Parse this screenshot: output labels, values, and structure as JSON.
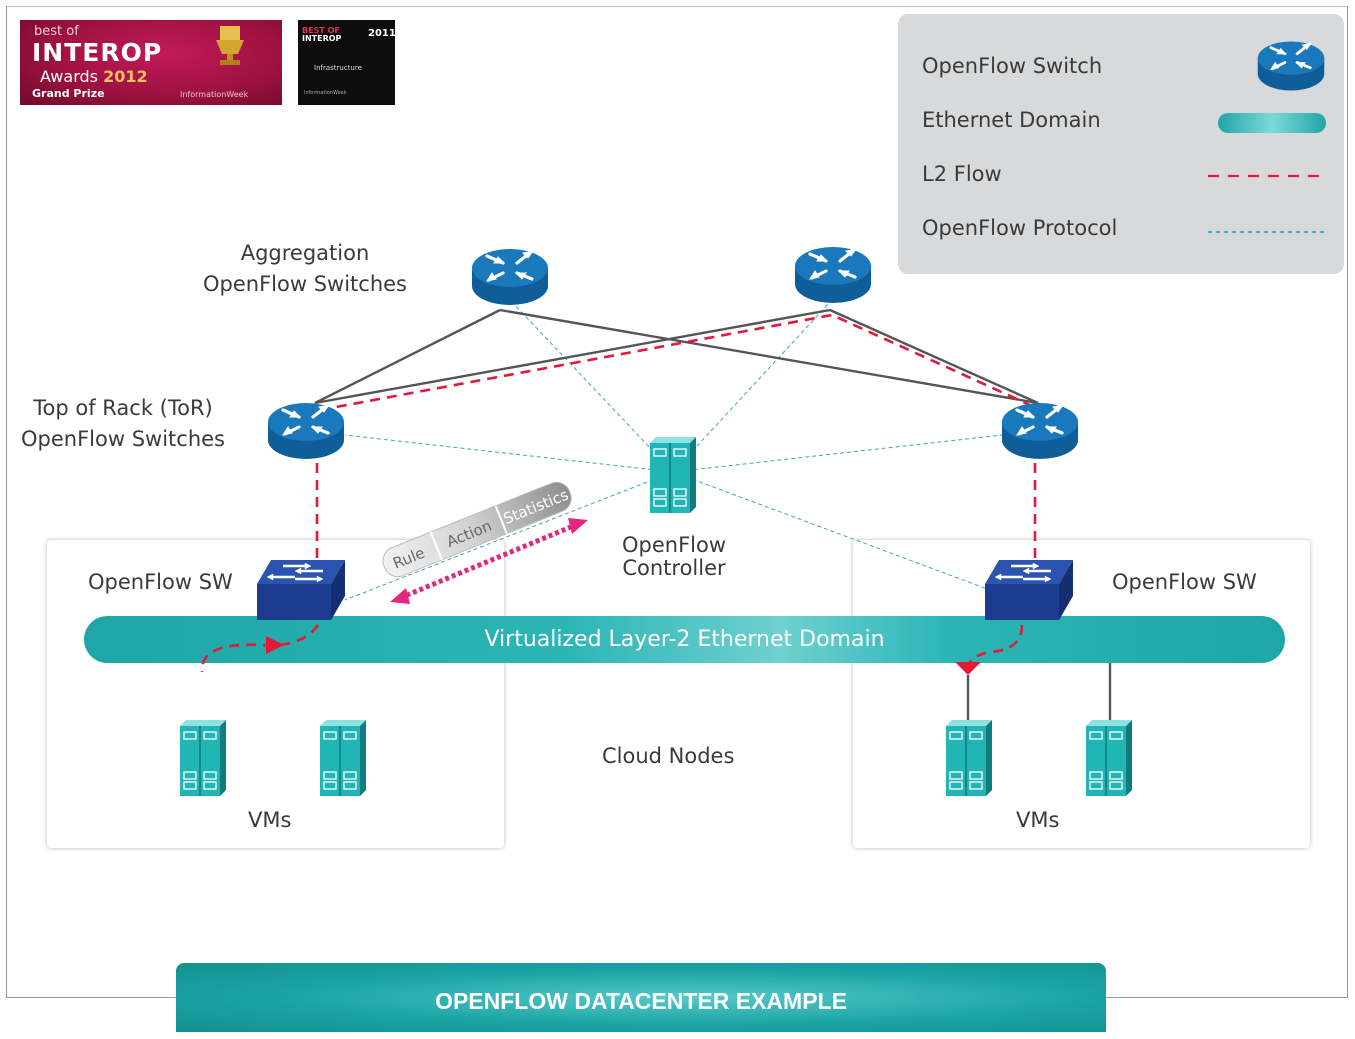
{
  "awards": {
    "interop_2012": {
      "line1": "best of",
      "line2": "INTEROP",
      "line3": "Awards",
      "year": "2012",
      "line4": "Grand Prize",
      "sponsor": "InformationWeek"
    },
    "interop_2011": {
      "line1": "BEST OF",
      "line2": "INTEROP",
      "year": "2011",
      "category": "Infrastructure",
      "sponsor": "InformationWeek"
    }
  },
  "legend": {
    "items": [
      {
        "label": "OpenFlow Switch",
        "icon": "router-icon"
      },
      {
        "label": "Ethernet Domain",
        "icon": "teal-bar"
      },
      {
        "label": "L2 Flow",
        "icon": "red-dashed-line"
      },
      {
        "label": "OpenFlow Protocol",
        "icon": "teal-dotted-line"
      }
    ]
  },
  "labels": {
    "aggregation": [
      "Aggregation",
      "OpenFlow Switches"
    ],
    "tor": [
      "Top of Rack (ToR)",
      "OpenFlow Switches"
    ],
    "controller": [
      "OpenFlow",
      "Controller"
    ],
    "left_sw": "OpenFlow SW",
    "right_sw": "OpenFlow SW",
    "domain": "Virtualized Layer-2 Ethernet Domain",
    "cloud_nodes": "Cloud Nodes",
    "left_vms": "VMs",
    "right_vms": "VMs"
  },
  "flow_table": [
    "Rule",
    "Action",
    "Statistics"
  ],
  "footer": "OPENFLOW DATACENTER EXAMPLE",
  "colors": {
    "teal": "#1fa6a6",
    "router_blue": "#1673b5",
    "switch_navy": "#1c3d8f",
    "l2_flow_red": "#e31937",
    "protocol_teal": "#1a9fb0",
    "magenta": "#e5267f",
    "legend_bg": "#d7d9db"
  }
}
